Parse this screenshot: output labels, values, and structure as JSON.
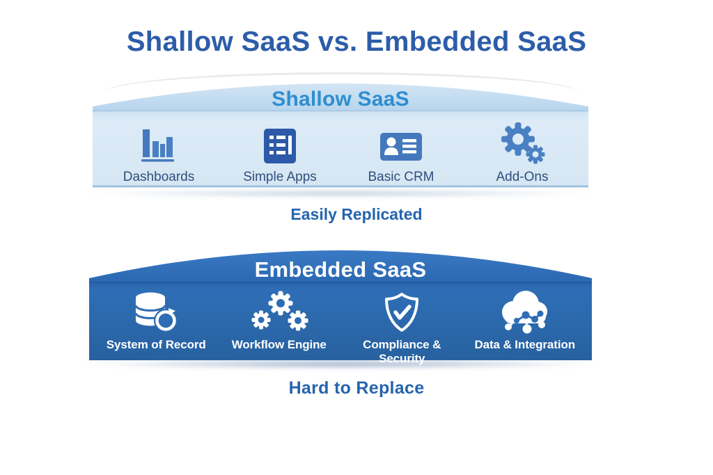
{
  "title": "Shallow SaaS vs. Embedded SaaS",
  "shallow": {
    "header": "Shallow SaaS",
    "caption": "Easily Replicated",
    "items": [
      {
        "label": "Dashboards",
        "icon": "bar-chart-icon"
      },
      {
        "label": "Simple Apps",
        "icon": "list-app-icon"
      },
      {
        "label": "Basic CRM",
        "icon": "id-card-icon"
      },
      {
        "label": "Add-Ons",
        "icon": "gears-icon"
      }
    ]
  },
  "embedded": {
    "header": "Embedded SaaS",
    "caption": "Hard to Replace",
    "items": [
      {
        "label": "System of Record",
        "icon": "database-sync-icon"
      },
      {
        "label": "Workflow Engine",
        "icon": "workflow-gears-icon"
      },
      {
        "label": "Compliance & Security",
        "icon": "shield-check-icon"
      },
      {
        "label": "Data & Integration",
        "icon": "cloud-network-icon"
      }
    ]
  },
  "colors": {
    "title_blue": "#2d5da8",
    "shallow_header_blue": "#2e8ecf",
    "shallow_dome_blue": "#bcd7ee",
    "shallow_body_blue": "#dcebf7",
    "shallow_icon_blue": "#4a80c3",
    "shallow_label_blue": "#2f4f7a",
    "embedded_dome_blue": "#3173bf",
    "embedded_body_blue": "#2e6cb4",
    "caption_blue": "#2564ae",
    "icon_white": "#ffffff"
  }
}
